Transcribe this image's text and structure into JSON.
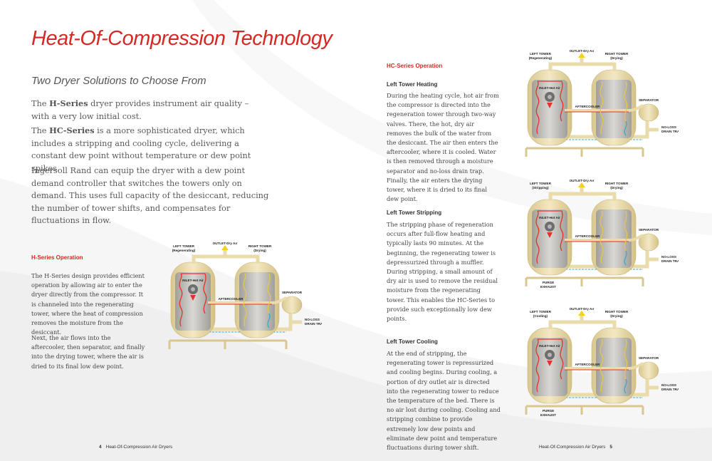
{
  "title": "Heat-Of-Compression Technology",
  "subtitle": "Two Dryer Solutions to Choose From",
  "intro": {
    "p1_pre": "The ",
    "p1_bold": "H-Series",
    "p1_post": " dryer provides instrument air quality – with a very low initial cost.",
    "p2_pre": "The ",
    "p2_bold": "HC-Series",
    "p2_post": " is a more sophisticated dryer, which includes a stripping and cooling cycle, delivering a constant dew point without temperature or dew point spikes.",
    "p3": "Ingersoll Rand can equip the dryer with a dew point demand controller that switches the towers only on demand. This uses full capacity of the desiccant, reducing the number of tower shifts, and compensates for fluctuations in flow."
  },
  "h_series": {
    "heading": "H-Series Operation",
    "p1": "The H-Series design provides efficient operation by allowing air to enter the dryer directly from the compressor. It is channeled into the regenerating tower, where the heat of compression removes the moisture from the desiccant.",
    "p2": "Next, the air flows into the aftercooler, then separator, and finally into the drying tower, where the air is dried to its final low dew point."
  },
  "hc_series": {
    "heading": "HC-Series Operation",
    "heating": {
      "heading": "Left Tower Heating",
      "text": "During the heating cycle, hot air from the compressor is directed into the regeneration tower through two-way valves. There, the hot, dry air removes the bulk of the water from the desiccant. The air then enters the aftercooler, where it is cooled. Water is then removed through a moisture separator and no-loss drain trap. Finally, the air enters the drying tower, where it is dried to its final dew point."
    },
    "stripping": {
      "heading": "Left Tower Stripping",
      "text": "The stripping phase of regeneration occurs after full-flow heating and typically lasts 90 minutes. At the beginning, the regenerating tower is depressurized through a muffler. During stripping, a small amount of dry air is used to remove the residual moisture from the regenerating tower. This enables the HC-Series to provide such exceptionally low dew points."
    },
    "cooling": {
      "heading": "Left Tower Cooling",
      "text": "At the end of stripping, the regenerating tower is repressurized and cooling begins. During cooling, a portion of dry outlet air is directed into the regenerating tower to reduce the temperature of the bed. There is no air lost during cooling. Cooling and stripping combine to provide extremely low dew points and eliminate dew point and temperature fluctuations during tower shift."
    }
  },
  "diagrams": [
    {
      "left_tower": "LEFT TOWER",
      "left_state": "(Regenerating)",
      "right_tower": "RIGHT TOWER",
      "right_state": "(Drying)",
      "outlet": "OUTLET-Dry Air",
      "inlet": "INLET-Hot Air",
      "aftercooler": "AFTERCOOLER",
      "separator": "SEPARATOR",
      "drain1": "NO-LOSS",
      "drain2": "DRAIN TRAP",
      "purge1": "",
      "purge2": ""
    },
    {
      "left_tower": "LEFT TOWER",
      "left_state": "(Regenerating)",
      "right_tower": "RIGHT TOWER",
      "right_state": "(Drying)",
      "outlet": "OUTLET-Dry Air",
      "inlet": "INLET-Hot Air",
      "aftercooler": "AFTERCOOLER",
      "separator": "SEPARATOR",
      "drain1": "NO-LOSS",
      "drain2": "DRAIN TRAP",
      "purge1": "",
      "purge2": ""
    },
    {
      "left_tower": "LEFT TOWER",
      "left_state": "(Stripping)",
      "right_tower": "RIGHT TOWER",
      "right_state": "(Drying)",
      "outlet": "OUTLET-Dry Air",
      "inlet": "INLET-Hot Air",
      "aftercooler": "AFTERCOOLER",
      "separator": "SEPARATOR",
      "drain1": "NO-LOSS",
      "drain2": "DRAIN TRAP",
      "purge1": "PURGE",
      "purge2": "EXHAUST"
    },
    {
      "left_tower": "LEFT TOWER",
      "left_state": "(Cooling)",
      "right_tower": "RIGHT TOWER",
      "right_state": "(Drying)",
      "outlet": "OUTLET-Dry Air",
      "inlet": "INLET-Hot Air",
      "aftercooler": "AFTERCOOLER",
      "separator": "SEPARATOR",
      "drain1": "NO-LOSS",
      "drain2": "DRAIN TRAP",
      "purge1": "PURGE",
      "purge2": "EXHAUST"
    }
  ],
  "footer": {
    "left_num": "4",
    "left_text": "Heat-Of-Compression Air Dryers",
    "right_text": "Heat-Of-Compression Air Dryers",
    "right_num": "5"
  },
  "colors": {
    "accent": "#d42a26",
    "tank": "#e8d9a8",
    "steel": "#b9b9b9",
    "hot": "#e63228",
    "dry": "#3aa7c9",
    "pipe": "#efe2b5"
  }
}
